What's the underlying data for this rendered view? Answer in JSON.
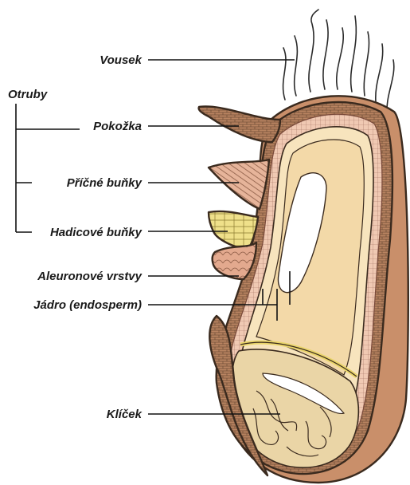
{
  "labels": {
    "vousek": "Vousek",
    "otruby": "Otruby",
    "pokozka": "Pokožka",
    "pricne_bunky": "Příčné buňky",
    "hadicove_bunky": "Hadicové buňky",
    "aleuronove_vrstvy": "Aleuronové vrstvy",
    "jadro": "Jádro (endosperm)",
    "klicek": "Klíček"
  },
  "colors": {
    "outer_shell": "#c98f6a",
    "pericarp": "#a8724a",
    "epidermis": "#d6a482",
    "cross_cells": "#e6b49a",
    "tube_cells": "#efe08a",
    "aleurone": "#f3d9a8",
    "endosperm": "#f7e4bd",
    "germ": "#ead5a6",
    "inner_line": "#e9d56a"
  }
}
